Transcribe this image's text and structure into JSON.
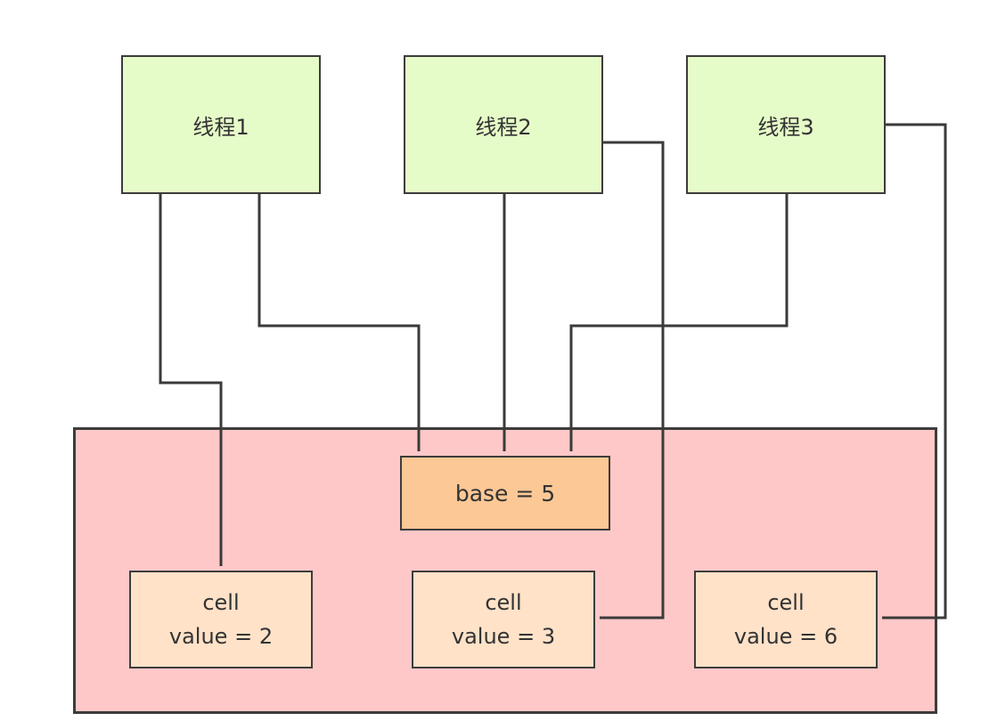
{
  "colors": {
    "thread_fill": "#e6fcc8",
    "container_fill": "#ffc8c8",
    "base_fill": "#fcc896",
    "cell_fill": "#ffe2c8",
    "line": "#3a3a3a"
  },
  "threads": [
    {
      "label": "线程1"
    },
    {
      "label": "线程2"
    },
    {
      "label": "线程3"
    }
  ],
  "base": {
    "label": "base = 5"
  },
  "cells": [
    {
      "title": "cell",
      "value": "value = 2"
    },
    {
      "title": "cell",
      "value": "value = 3"
    },
    {
      "title": "cell",
      "value": "value = 6"
    }
  ],
  "edges": [
    {
      "from": "线程1",
      "to": "cell value = 2"
    },
    {
      "from": "线程1",
      "to": "base = 5"
    },
    {
      "from": "线程2",
      "to": "base = 5"
    },
    {
      "from": "线程2",
      "to": "cell value = 3"
    },
    {
      "from": "线程3",
      "to": "base = 5"
    },
    {
      "from": "线程3",
      "to": "cell value = 6"
    }
  ]
}
